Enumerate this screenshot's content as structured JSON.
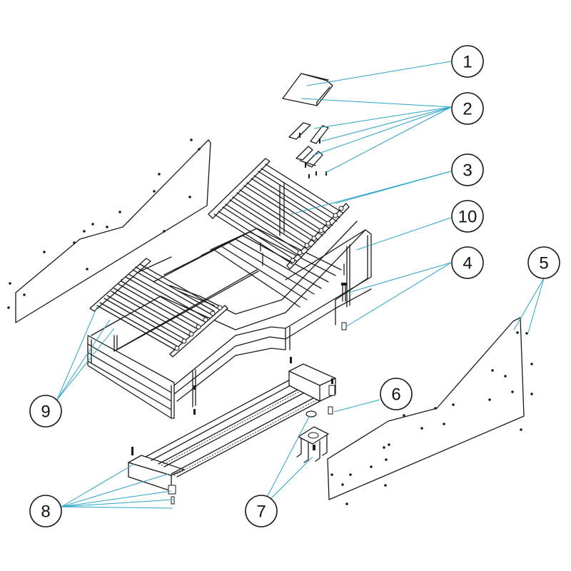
{
  "colors": {
    "line": "#1a1a1a",
    "leader": "#29a3c9",
    "background": "#ffffff"
  },
  "callouts": [
    {
      "label": "1"
    },
    {
      "label": "2"
    },
    {
      "label": "3"
    },
    {
      "label": "10"
    },
    {
      "label": "4"
    },
    {
      "label": "5"
    },
    {
      "label": "6"
    },
    {
      "label": "7"
    },
    {
      "label": "8"
    },
    {
      "label": "9"
    }
  ]
}
